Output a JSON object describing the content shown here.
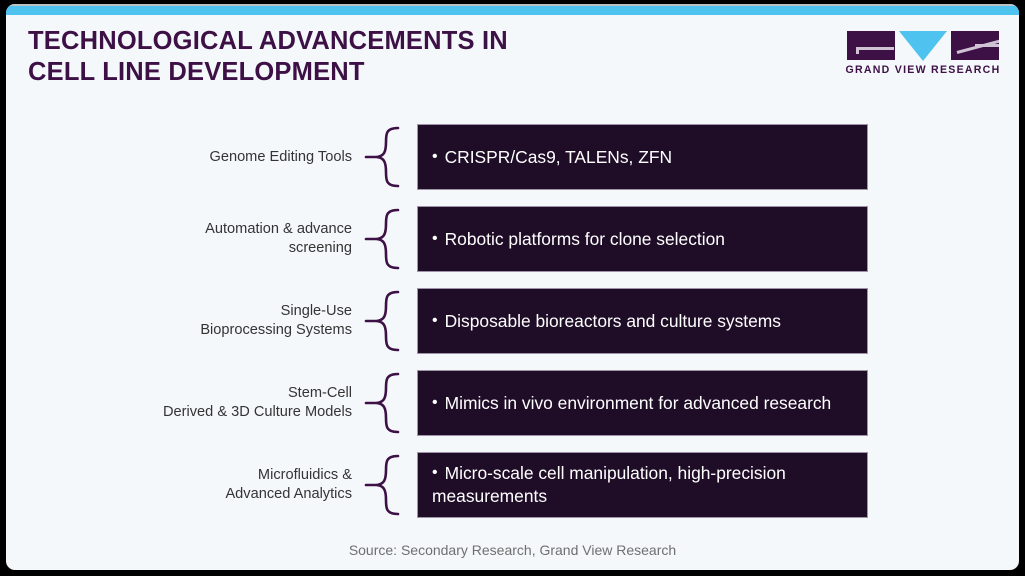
{
  "slide": {
    "accent_bar_color": "#4ec3f0",
    "background_color": "#f4f8fa",
    "box_color": "#1f0d28",
    "brand_color": "#3d1046"
  },
  "title": {
    "line1": "TECHNOLOGICAL ADVANCEMENTS IN",
    "line2": "CELL LINE DEVELOPMENT"
  },
  "logo": {
    "wordmark": "GRAND VIEW RESEARCH",
    "mark_left": "g-block-icon",
    "mark_center": "triangle-down-icon",
    "mark_right": "r-block-icon"
  },
  "rows": [
    {
      "label_lines": [
        "Genome Editing Tools"
      ],
      "bullet": "CRISPR/Cas9, TALENs, ZFN",
      "connector": "curly-brace-icon"
    },
    {
      "label_lines": [
        "Automation & advance",
        "screening"
      ],
      "bullet": "Robotic platforms for clone selection",
      "connector": "curly-brace-icon"
    },
    {
      "label_lines": [
        "Single-Use",
        "Bioprocessing Systems"
      ],
      "bullet": "Disposable bioreactors and culture systems",
      "connector": "curly-brace-icon"
    },
    {
      "label_lines": [
        "Stem-Cell",
        "Derived & 3D Culture Models"
      ],
      "bullet": "Mimics in vivo environment for advanced research",
      "connector": "curly-brace-icon"
    },
    {
      "label_lines": [
        "Microfluidics &",
        "Advanced Analytics"
      ],
      "bullet": "Micro-scale cell manipulation, high-precision measurements",
      "connector": "curly-brace-icon"
    }
  ],
  "footer": {
    "source": "Source: Secondary Research, Grand View Research"
  }
}
